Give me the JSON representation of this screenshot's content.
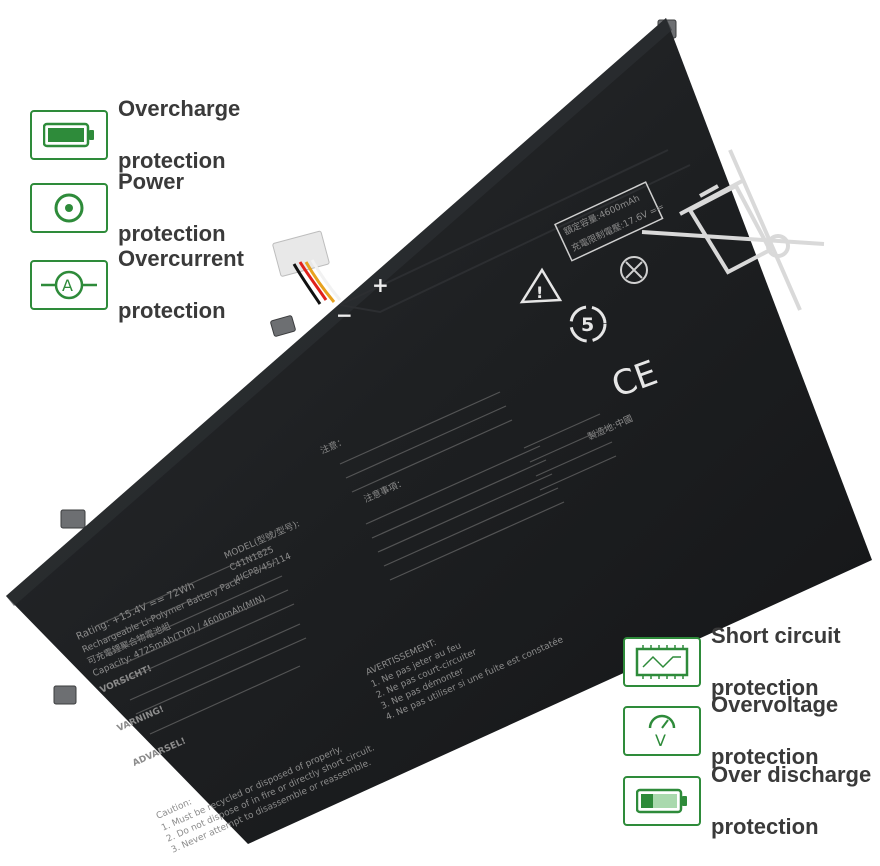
{
  "features_left": [
    {
      "icon": "battery-full-icon",
      "line1": "Overcharge",
      "line2": "protection"
    },
    {
      "icon": "power-icon",
      "line1": "Power",
      "line2": "protection"
    },
    {
      "icon": "ammeter-icon",
      "line1": "Overcurrent",
      "line2": "protection"
    }
  ],
  "features_right": [
    {
      "icon": "circuit-board-icon",
      "line1": "Short circuit",
      "line2": "protection"
    },
    {
      "icon": "voltmeter-icon",
      "line1": "Overvoltage",
      "line2": "protection"
    },
    {
      "icon": "battery-low-icon",
      "line1": "Over discharge",
      "line2": "protection"
    }
  ],
  "battery": {
    "rating": "Rating: +15.4V == 72Wh",
    "type": "Rechargeable Li-Polymer Battery Pack",
    "type_cn": "可充電鋰聚合物電池組",
    "capacity": "Capacity: 4725mAh(TYP) / 4600mAh(MIN)",
    "model_label": "MODEL(型號/型号):",
    "model": "C41N1825",
    "cell_code": "4ICP8/45/114",
    "vorsicht": "VORSICHT!",
    "varning": "VARNING!",
    "advarsel": "ADVARSEL!",
    "avertissement": "AVERTISSEMENT:",
    "caution": "Caution:",
    "caution_1": "1. Must be recycled or disposed of properly.",
    "caution_2": "2. Do not dispose of in fire or directly short circuit.",
    "caution_3": "3. Never attempt to disassemble or reassemble.",
    "warn_fr_1": "1. Ne pas jeter au feu",
    "warn_fr_2": "2. Ne pas court-circuiter",
    "warn_fr_3": "3. Ne pas démonter",
    "warn_fr_4": "4. Ne pas utiliser si une fuite est constatée",
    "jp_note": "注意：",
    "cn_note": "注意事項：",
    "rated_capacity": "額定容量:4600mAh",
    "charge_limit": "充電限制電壓:17.6V ==",
    "made_in": "製造地:中國",
    "plus": "+",
    "minus": "−",
    "recycle_number": "5",
    "ce_mark": "CE"
  },
  "colors": {
    "accent_green": "#2e8b3a",
    "battery_body": "#1d1f21",
    "label_text": "#3a3a3a"
  }
}
